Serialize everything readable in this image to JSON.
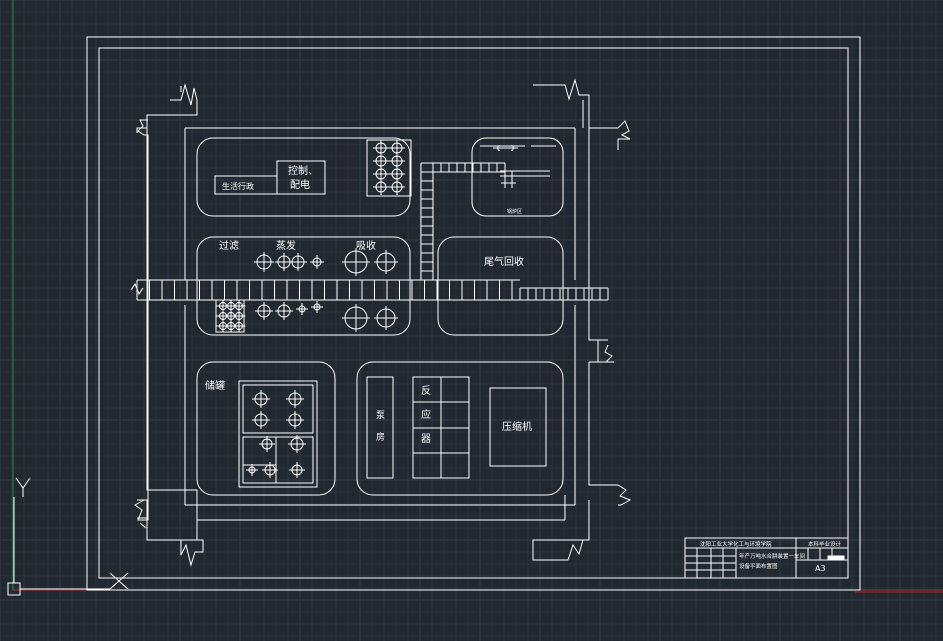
{
  "theme": {
    "background": "#212830",
    "grid_minor": "#2a323c",
    "grid_major": "#333c47",
    "drawing_line": "#ffffff",
    "ucs_y_axis": "#1f8f3a",
    "ucs_x_axis": "#a32b2b"
  },
  "areas": {
    "admin": "生活行政",
    "control": "控制、\n配电",
    "filter": "过滤",
    "evaporate": "蒸发",
    "absorb": "吸收",
    "tail_gas": "尾气回收",
    "storage": "储罐",
    "pump": "泵\n房",
    "reactor": "反\n应\n器",
    "compressor": "压缩机",
    "boiler": "锅炉区"
  },
  "title_block": {
    "school": "沈阳工业大学化工与环境学院",
    "category": "本科毕业设计",
    "drawing_title": "年产万吨水合肼装置一车间设备平面布置图",
    "sheet_size": "A3"
  },
  "ucs": {
    "y_label": "Y",
    "x_label": "X",
    "icon": "ucs-axis-icon"
  }
}
